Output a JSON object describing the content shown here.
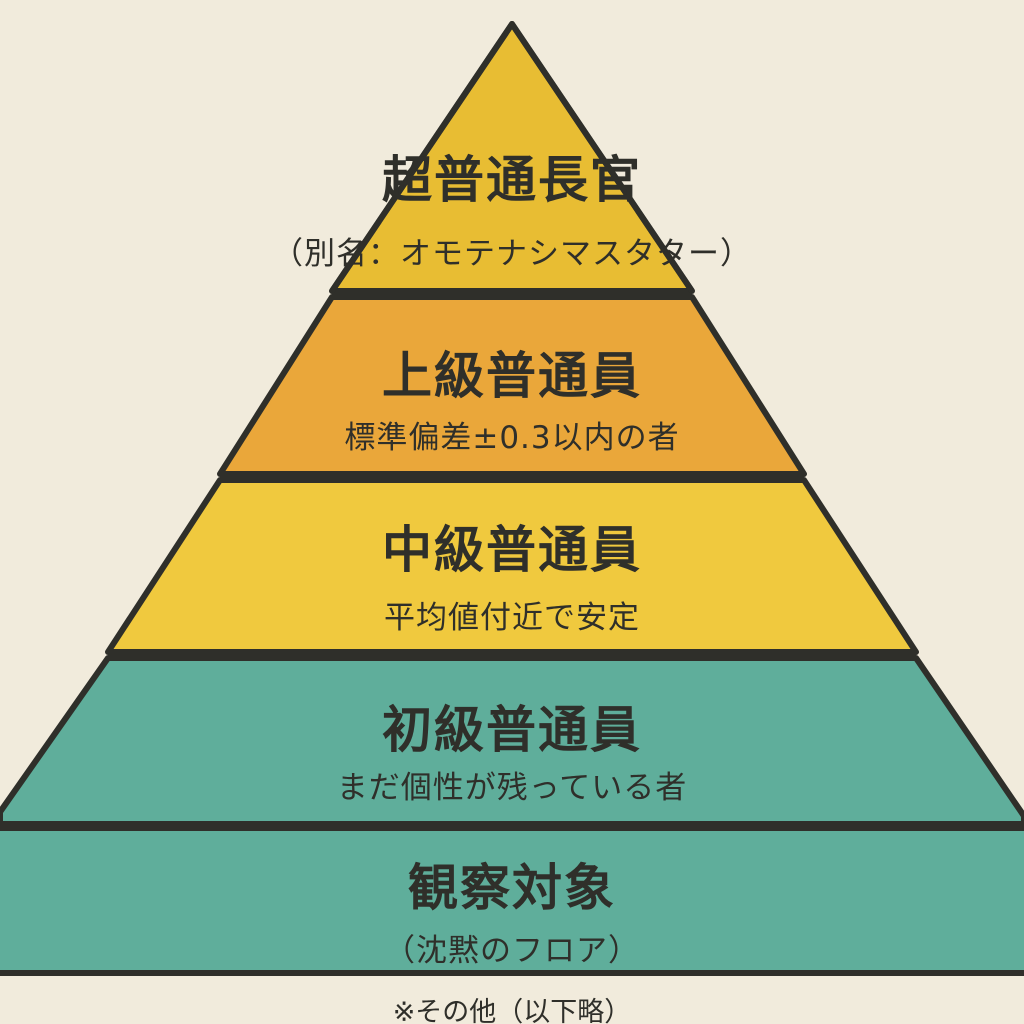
{
  "tiers": [
    {
      "id": "top",
      "title": "超普通長官",
      "subtitle": "（別名：オモテナシマスタター）",
      "color": "#e8bd33"
    },
    {
      "id": "upper",
      "title": "上級普通員",
      "subtitle": "標準偏差±0.3以内の者",
      "color": "#eaa73a"
    },
    {
      "id": "middle",
      "title": "中級普通員",
      "subtitle": "平均値付近で安定",
      "color": "#f0c93e"
    },
    {
      "id": "beginner",
      "title": "初級普通員",
      "subtitle": "まだ個性が残っている者",
      "color": "#5fae9b"
    },
    {
      "id": "observed",
      "title": "観察対象",
      "subtitle": "（沈黙のフロア）",
      "color": "#5fae9b"
    }
  ],
  "footer": "※その他（以下略）",
  "colors": {
    "background": "#f1ebdc",
    "outline": "#2f2f2a",
    "text": "#2f2f2a"
  }
}
